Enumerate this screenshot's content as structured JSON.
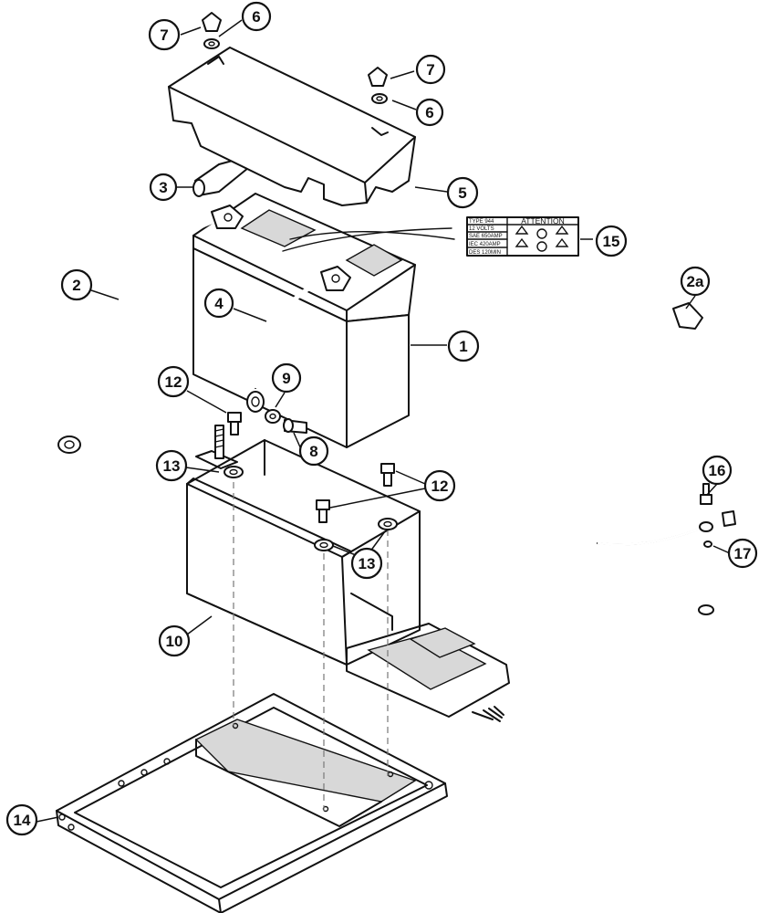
{
  "callouts": [
    {
      "id": "1",
      "label": "1"
    },
    {
      "id": "2",
      "label": "2"
    },
    {
      "id": "2a",
      "label": "2a"
    },
    {
      "id": "3",
      "label": "3"
    },
    {
      "id": "4",
      "label": "4"
    },
    {
      "id": "5",
      "label": "5"
    },
    {
      "id": "6a",
      "label": "6"
    },
    {
      "id": "6b",
      "label": "6"
    },
    {
      "id": "7a",
      "label": "7"
    },
    {
      "id": "7b",
      "label": "7"
    },
    {
      "id": "8",
      "label": "8"
    },
    {
      "id": "9",
      "label": "9"
    },
    {
      "id": "10",
      "label": "10"
    },
    {
      "id": "12a",
      "label": "12"
    },
    {
      "id": "12b",
      "label": "12"
    },
    {
      "id": "13a",
      "label": "13"
    },
    {
      "id": "13b",
      "label": "13"
    },
    {
      "id": "14",
      "label": "14"
    },
    {
      "id": "15",
      "label": "15"
    },
    {
      "id": "16",
      "label": "16"
    },
    {
      "id": "17",
      "label": "17"
    }
  ],
  "decal": {
    "header": "ATTENTION",
    "lines": [
      "TYPE 944",
      "12 VOLTS",
      "SAE 650AMP",
      "IEC 420AMP",
      "DES 120MIN"
    ]
  }
}
